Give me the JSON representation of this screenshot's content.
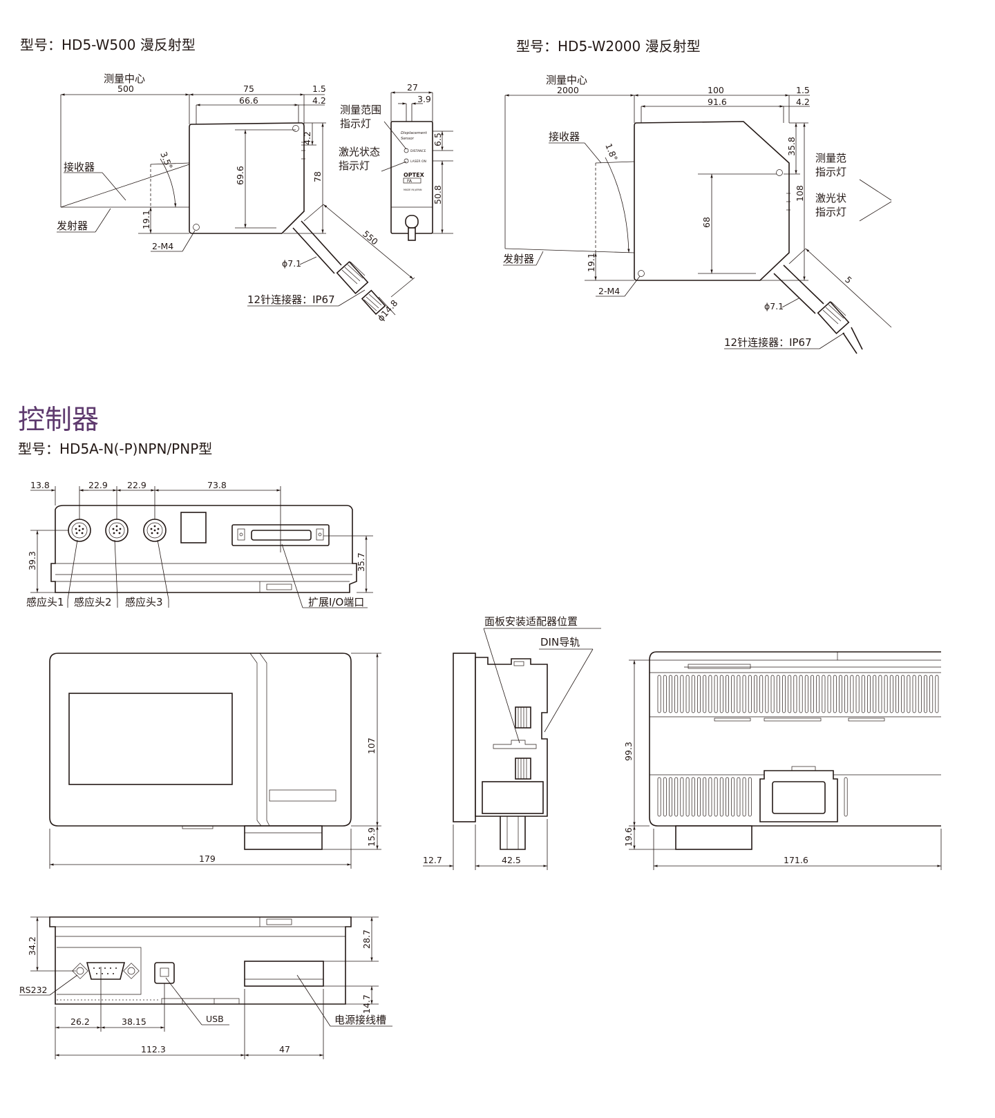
{
  "headings": {
    "w500": "型号：HD5-W500  漫反射型",
    "w2000": "型号：HD5-W2000  漫反射型",
    "controller_section": "控制器",
    "controller_model": "型号：HD5A-N(-P)NPN/PNP型"
  },
  "w500": {
    "center_label": "测量中心",
    "center_value": "500",
    "dim_75": "75",
    "dim_66_6": "66.6",
    "dim_1_5": "1.5",
    "dim_4_2a": "4.2",
    "dim_4_2b": "4.2",
    "dim_69_6": "69.6",
    "dim_78": "78",
    "dim_19_1": "19.1",
    "angle": "3.5°",
    "receiver": "接收器",
    "emitter": "发射器",
    "mount": "2-M4",
    "cable_dia": "ϕ7.1",
    "cable_len": "550",
    "connector": "12针连接器：IP67",
    "conn_dia": "ϕ14.8",
    "side_27": "27",
    "side_3_9": "3.9",
    "side_6_5": "6.5",
    "side_50_8": "50.8",
    "range_led": [
      "测量范围",
      "指示灯"
    ],
    "laser_led": [
      "激光状态",
      "指示灯"
    ],
    "label_sensor": [
      "Displacement",
      "Sensor"
    ],
    "label_distance": "DISTANCE",
    "label_laser": "LASER ON",
    "label_brand": "OPTEX",
    "label_brand2": "FA",
    "label_made": "MADE IN JAPAN"
  },
  "w2000": {
    "center_label": "测量中心",
    "center_value": "2000",
    "dim_100": "100",
    "dim_91_6": "91.6",
    "dim_1_5": "1.5",
    "dim_4_2": "4.2",
    "dim_35_8": "35.8",
    "dim_108": "108",
    "dim_68": "68",
    "dim_19_1": "19.1",
    "angle": "1.8°",
    "receiver": "接收器",
    "emitter": "发射器",
    "mount": "2-M4",
    "cable_dia": "ϕ7.1",
    "cable_len": "5",
    "connector": "12针连接器：IP67",
    "range_led": [
      "测量范",
      "指示灯"
    ],
    "laser_led": [
      "激光状",
      "指示灯"
    ]
  },
  "ctrl": {
    "top_13_8": "13.8",
    "top_22_9a": "22.9",
    "top_22_9b": "22.9",
    "top_73_8": "73.8",
    "side_39_3": "39.3",
    "side_35_7": "35.7",
    "head1": "感应头1",
    "head2": "感应头2",
    "head3": "感应头3",
    "io_port": "扩展I/O端口",
    "front_107": "107",
    "front_15_9": "15.9",
    "front_179": "179",
    "panel_adapter": "面板安装适配器位置",
    "din_rail": "DIN导轨",
    "side_12_7": "12.7",
    "side_42_5": "42.5",
    "back_99_3": "99.3",
    "back_19_6": "19.6",
    "back_171_6": "171.6",
    "bottom_34_2": "34.2",
    "bottom_28_7": "28.7",
    "bottom_14_7": "14.7",
    "rs232": "RS232",
    "usb": "USB",
    "power": "电源接线槽",
    "bottom_26_2": "26.2",
    "bottom_38_15": "38.15",
    "bottom_112_3": "112.3",
    "bottom_47": "47"
  },
  "colors": {
    "line": "#231815",
    "section_title": "#5e3a6e"
  }
}
